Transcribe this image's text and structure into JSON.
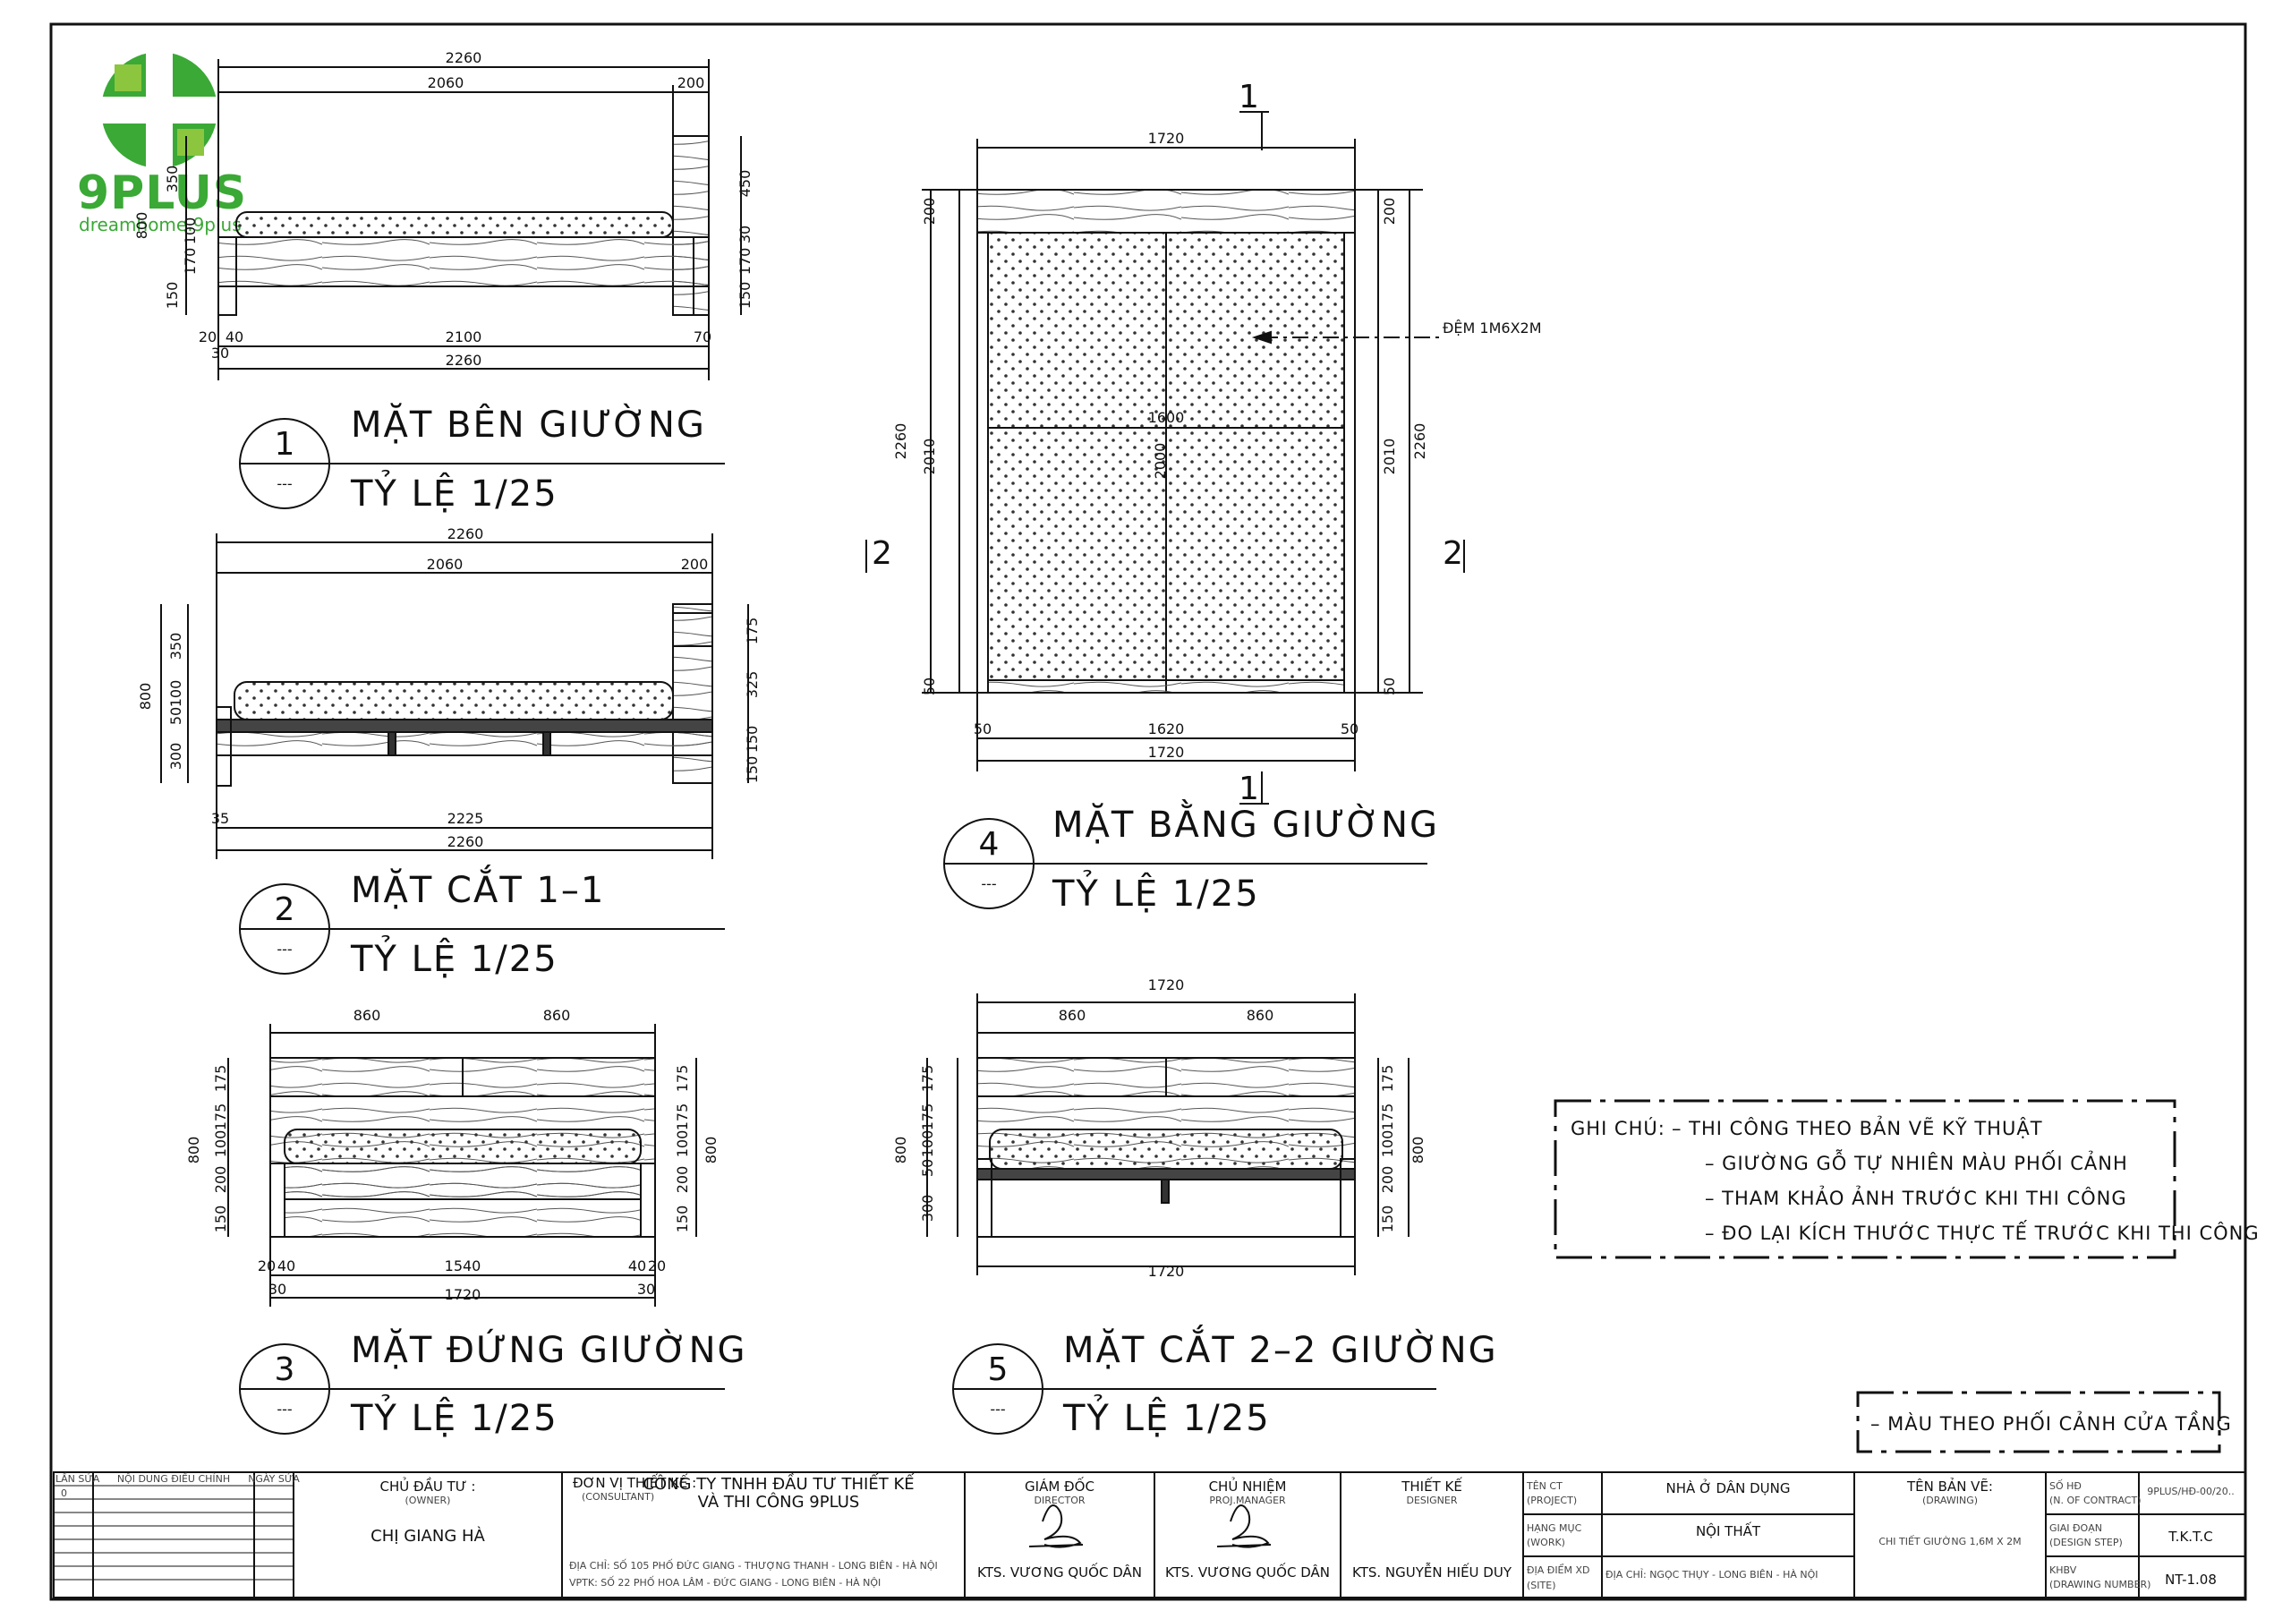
{
  "brand": {
    "name": "9PLUS",
    "tagline": "dreamhome.9plus",
    "colors": {
      "green": "#3aa935",
      "dark_green": "#2e8b2a",
      "light_green": "#8cc63f"
    }
  },
  "views": [
    {
      "number": "1",
      "title": "MẶT BÊN GIƯỜNG",
      "scale": "TỶ LỆ 1/25",
      "marker": "---"
    },
    {
      "number": "2",
      "title": "MẶT CẮT 1–1",
      "scale": "TỶ LỆ 1/25",
      "marker": "---"
    },
    {
      "number": "3",
      "title": "MẶT ĐỨNG GIƯỜNG",
      "scale": "TỶ LỆ 1/25",
      "marker": "---"
    },
    {
      "number": "4",
      "title": "MẶT BẰNG GIƯỜNG",
      "scale": "TỶ LỆ 1/25",
      "marker": "---"
    },
    {
      "number": "5",
      "title": "MẶT CẮT 2–2 GIƯỜNG",
      "scale": "TỶ LỆ 1/25",
      "marker": "---"
    }
  ],
  "dims": {
    "v1": {
      "top_total": "2260",
      "top_a": "2060",
      "top_b": "200",
      "bot_a": "20",
      "bot_b": "40",
      "bot_mid": "2100",
      "bot_c": "70",
      "bot_d": "30",
      "bot_total": "2260",
      "left": [
        "350",
        "100",
        "170",
        "150",
        "800"
      ],
      "right": [
        "450",
        "30",
        "170",
        "150"
      ]
    },
    "v2": {
      "top_total": "2260",
      "top_a": "2060",
      "top_b": "200",
      "left": [
        "350",
        "800",
        "50",
        "100",
        "300"
      ],
      "right": [
        "175",
        "325",
        "150",
        "150"
      ],
      "bot_a": "35",
      "bot_mid": "2225",
      "bot_total": "2260"
    },
    "v3": {
      "top_a": "860",
      "top_b": "860",
      "left": [
        "175",
        "175",
        "100",
        "200",
        "150",
        "800"
      ],
      "right": [
        "175",
        "175",
        "100",
        "200",
        "150",
        "800"
      ],
      "bot_a": "20",
      "bot_b": "40",
      "bot_mid": "1540",
      "bot_c": "40",
      "bot_d": "20",
      "bot_e": "30",
      "bot_total": "1720",
      "bot_f": "30"
    },
    "v4": {
      "top": "1720",
      "left_total": "2260",
      "left_a": "200",
      "left_b": "2010",
      "left_c": "50",
      "right_total": "2260",
      "right_a": "200",
      "right_b": "2010",
      "right_c": "50",
      "inner_w": "1600",
      "inner_h": "2000",
      "bot_a": "50",
      "bot_mid": "1620",
      "bot_b": "50",
      "bot_total": "1720",
      "mattress_label": "ĐỆM 1M6X2M",
      "sec1": "1",
      "sec2": "2"
    },
    "v5": {
      "top_total": "1720",
      "top_a": "860",
      "top_b": "860",
      "left": [
        "175",
        "175",
        "800",
        "50",
        "100",
        "300"
      ],
      "right": [
        "175",
        "175",
        "100",
        "200",
        "800",
        "150"
      ],
      "bot_total": "1720"
    }
  },
  "notes": {
    "label": "GHI CHÚ:",
    "items": [
      "– THI CÔNG THEO BẢN VẼ KỸ THUẬT",
      "– GIƯỜNG GỖ TỰ NHIÊN MÀU PHỐI CẢNH",
      "– THAM KHẢO ẢNH TRƯỚC KHI THI CÔNG",
      "– ĐO LẠI KÍCH THƯỚC THỰC TẾ TRƯỚC KHI THI CÔNG"
    ],
    "color_note": "– MÀU THEO PHỐI CẢNH CỬA TẦNG"
  },
  "title_block": {
    "rev_headers": [
      "LẦN SỬA",
      "NỘI DUNG ĐIỀU CHỈNH",
      "NGÀY SỬA"
    ],
    "rev_first": "0",
    "owner_label": "CHỦ ĐẦU TƯ :",
    "owner_sub": "(OWNER)",
    "owner_name": "CHỊ GIANG HÀ",
    "consultant_label": "ĐƠN VỊ THIẾT KẾ :",
    "consultant_sub": "(CONSULTANT)",
    "company_line1": "CÔNG TY TNHH ĐẦU TƯ THIẾT KẾ",
    "company_line2": "VÀ THI CÔNG 9PLUS",
    "address1": "ĐỊA CHỈ: SỐ 105 PHỐ ĐỨC GIANG - THƯỢNG THANH - LONG BIÊN - HÀ NỘI",
    "address2": "VPTK: SỐ 22 PHỐ HOA LÂM - ĐỨC GIANG - LONG BIÊN - HÀ NỘI",
    "director_label": "GIÁM ĐỐC",
    "director_sub": "DIRECTOR",
    "director_name": "KTS. VƯƠNG QUỐC DÂN",
    "pm_label": "CHỦ NHIỆM",
    "pm_sub": "PROJ.MANAGER",
    "pm_name": "KTS. VƯƠNG QUỐC DÂN",
    "designer_label": "THIẾT KẾ",
    "designer_sub": "DESIGNER",
    "designer_name": "KTS. NGUYỄN HIẾU DUY",
    "project_label": "TÊN CT",
    "project_sub": "(PROJECT)",
    "project_value": "NHÀ Ở DÂN DỤNG",
    "work_label": "HẠNG MỤC",
    "work_sub": "(WORK)",
    "work_value": "NỘI THẤT",
    "site_label": "ĐỊA ĐIỂM XD",
    "site_sub": "(SITE)",
    "site_value": "ĐỊA CHỈ: NGỌC THỤY - LONG BIÊN - HÀ NỘI",
    "drawing_label": "TÊN BẢN VẼ:",
    "drawing_sub": "(DRAWING)",
    "drawing_value": "CHI TIẾT GIƯỜNG 1,6M X 2M",
    "contract_label": "SỐ HĐ",
    "contract_sub": "(N. OF CONTRACT)",
    "contract_value": "9PLUS/HĐ-00/20..",
    "step_label": "GIAI ĐOẠN",
    "step_sub": "(DESIGN STEP)",
    "step_value": "T.K.T.C",
    "number_label": "KHBV",
    "number_sub": "(DRAWING NUMBER)",
    "number_value": "NT-1.08"
  }
}
